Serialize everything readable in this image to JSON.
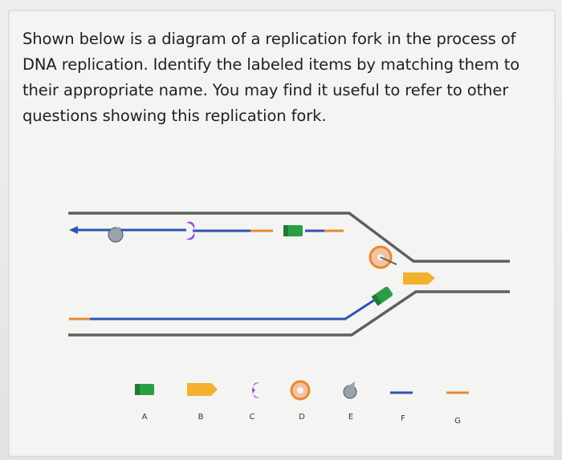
{
  "question_text": "Shown below is a diagram of a replication fork in the process of DNA replication. Identify the labeled items by matching them to their appropriate name. You may find it useful to refer to other questions showing this replication fork.",
  "legend_items": [
    {
      "label": "A",
      "icon": "green-block-icon"
    },
    {
      "label": "B",
      "icon": "orange-pentagon-icon"
    },
    {
      "label": "C",
      "icon": "purple-crescent-icon"
    },
    {
      "label": "D",
      "icon": "orange-ring-icon"
    },
    {
      "label": "E",
      "icon": "gray-drop-icon"
    },
    {
      "label": "F",
      "icon": "blue-segment-icon"
    },
    {
      "label": "G",
      "icon": "orange-segment-icon"
    }
  ],
  "colors": {
    "parental_strand": "#5f5f5f",
    "new_strand": "#2f52b8",
    "primer": "#e88a2e",
    "dna_polymerase": "#2a9e46",
    "helicase": "#f2b12e",
    "sliding_clamp": "#9b4bd1",
    "topo_ring": "#e9a07a",
    "ssb_drop": "#9aa3ad"
  }
}
